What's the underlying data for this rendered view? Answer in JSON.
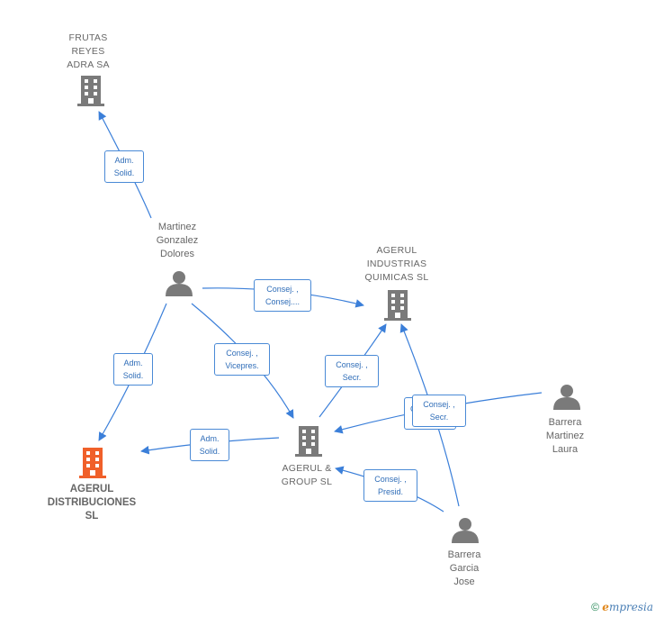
{
  "colors": {
    "edge": "#3b7fd9",
    "node_gray": "#7a7a7a",
    "node_main": "#f0602a"
  },
  "nodes": {
    "frutas": "FRUTAS\nREYES\nADRA SA",
    "martinez": "Martinez\nGonzalez\nDolores",
    "industrias": "AGERUL\nINDUSTRIAS\nQUIMICAS SL",
    "distribuciones": "AGERUL\nDISTRIBUCIONES\nSL",
    "group": "AGERUL &\nGROUP  SL",
    "laura": "Barrera\nMartinez\nLaura",
    "jose": "Barrera\nGarcia\nJose"
  },
  "edges": {
    "adm_frutas": "Adm.\nSolid.",
    "consej_industrias": "Consej. ,\nConsej....",
    "adm_dist_martinez": "Adm.\nSolid.",
    "vicepres": "Consej. ,\nVicepres.",
    "secr_group": "Consej. ,\nSecr.",
    "secr_laura_back": "C",
    "secr_laura": "Consej. ,\nSecr.",
    "adm_dist_group": "Adm.\nSolid.",
    "presid": "Consej. ,\nPresid."
  },
  "footer": {
    "copyright": "©",
    "brand_e": "e",
    "brand_rest": "mpresia"
  }
}
